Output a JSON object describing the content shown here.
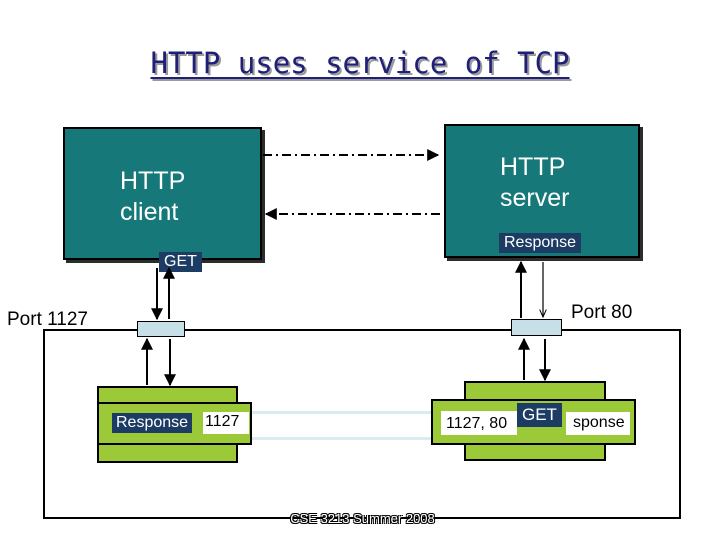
{
  "slide": {
    "title": "HTTP uses service of TCP",
    "footer": "CSE 3213 Summer 2008"
  },
  "client": {
    "label_line1": "HTTP",
    "label_line2": "client",
    "request_tag": "GET",
    "port_label": "Port 1127"
  },
  "server": {
    "label_line1": "HTTP",
    "label_line2": "server",
    "response_tag": "Response",
    "port_label": "Port 80"
  },
  "tcp_left": {
    "tag": "Response",
    "port_text": "1127"
  },
  "tcp_right": {
    "port_text": "1127, 80",
    "tag": "GET",
    "trailing_text": "sponse"
  },
  "colors": {
    "process_box": "#167878",
    "tag_background": "#1d3c63",
    "tcp_segment": "#9bc937",
    "port_connector": "#c7e0e7",
    "title": "#1f1f7a"
  }
}
